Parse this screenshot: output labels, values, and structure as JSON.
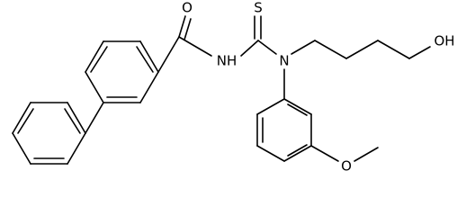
{
  "molecule": {
    "atom_labels": {
      "carbonyl_o": "O",
      "thio_s": "S",
      "nh": "NH",
      "n": "N",
      "hydroxyl": "OH",
      "methoxy_o": "O"
    },
    "colors": {
      "bond": "#000000",
      "text": "#000000",
      "background": "#ffffff"
    }
  }
}
